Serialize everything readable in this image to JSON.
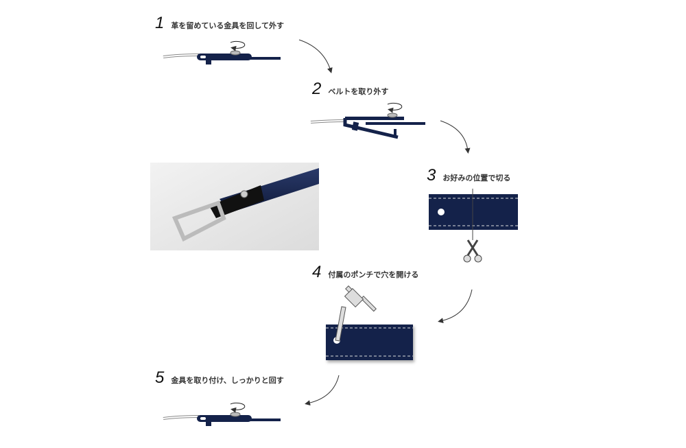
{
  "steps": [
    {
      "number": "1",
      "label": "革を留めている金具を回して外す"
    },
    {
      "number": "2",
      "label": "ベルトを取り外す"
    },
    {
      "number": "3",
      "label": "お好みの位置で切る"
    },
    {
      "number": "4",
      "label": "付属のポンチで穴を開ける"
    },
    {
      "number": "5",
      "label": "金具を取り付け、しっかりと回す"
    }
  ],
  "colors": {
    "belt": "#14224a",
    "arrow": "#333333",
    "metal": "#c8c8c8"
  }
}
